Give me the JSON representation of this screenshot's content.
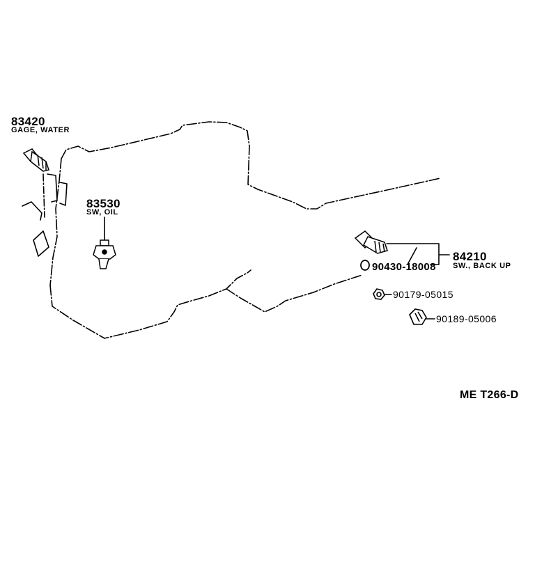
{
  "parts": {
    "gage_water": {
      "number": "83420",
      "name": "GAGE, WATER"
    },
    "sw_oil": {
      "number": "83530",
      "name": "SW, OIL"
    },
    "sw_back_up": {
      "number": "84210",
      "name": "SW., BACK UP"
    },
    "gasket": {
      "number": "90430-18008"
    },
    "bolt_small": {
      "number": "90179-05015"
    },
    "plug": {
      "number": "90189-05006"
    }
  },
  "diagram_code": "ME  T266-D",
  "colors": {
    "ink": "#000000",
    "paper": "#ffffff"
  }
}
